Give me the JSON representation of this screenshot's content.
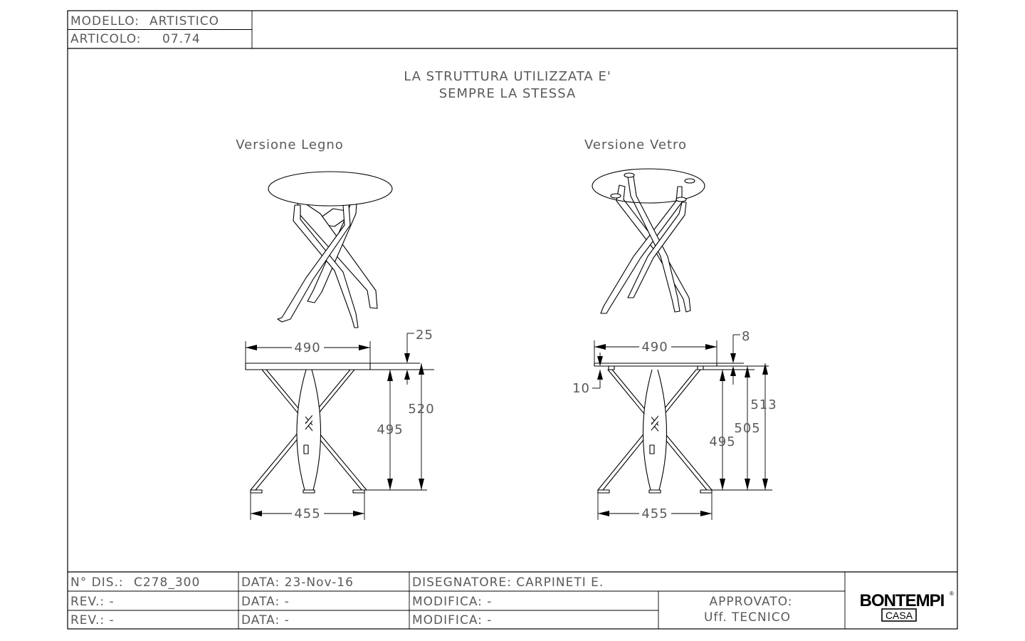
{
  "header": {
    "modello_label": "MODELLO:",
    "modello_value": "ARTISTICO",
    "articolo_label": "ARTICOLO:",
    "articolo_value": "07.74"
  },
  "note": {
    "line1": "LA STRUTTURA UTILIZZATA E'",
    "line2": "SEMPRE LA STESSA"
  },
  "views": {
    "wood": {
      "title": "Versione Legno",
      "dims": {
        "top_width": "490",
        "top_thickness": "25",
        "frame_height": "495",
        "total_height": "520",
        "base_width": "455"
      }
    },
    "glass": {
      "title": "Versione Vetro",
      "dims": {
        "top_width": "490",
        "glass_thickness": "8",
        "spacer": "10",
        "frame_height": "495",
        "mid_height": "505",
        "total_height": "513",
        "base_width": "455"
      }
    }
  },
  "title_block": {
    "dis_label": "N° DIS.:",
    "dis_value": "C278_300",
    "data1": "DATA: 23-Nov-16",
    "disegnatore": "DISEGNATORE: CARPINETI E.",
    "rev1": "REV.: -",
    "data2": "DATA: -",
    "modifica1": "MODIFICA: -",
    "rev2": "REV.: -",
    "data3": "DATA: -",
    "modifica2": "MODIFICA: -",
    "approvato": "APPROVATO:",
    "ufficio": "Uff. TECNICO",
    "logo_brand": "BONTEMPI",
    "logo_sub": "CASA"
  }
}
